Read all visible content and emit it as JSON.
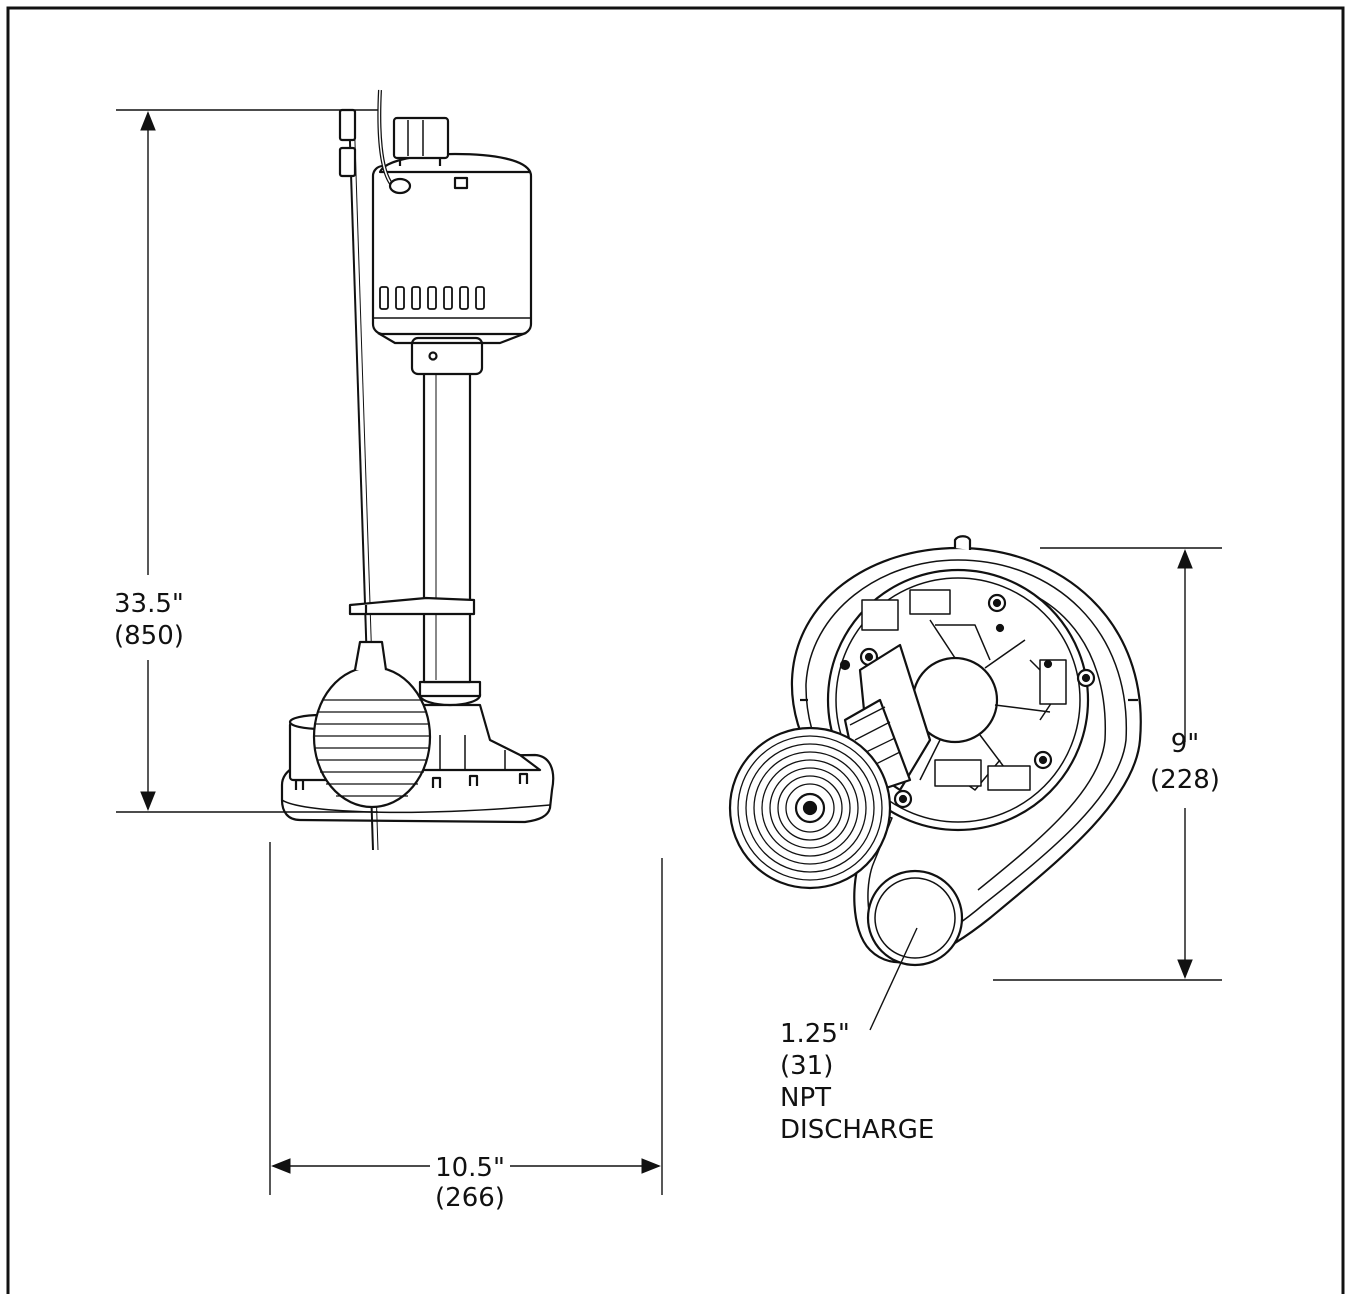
{
  "dimensions": {
    "height": {
      "imperial": "33.5\"",
      "metric": "(850)"
    },
    "width": {
      "imperial": "10.5\"",
      "metric": "(266)"
    },
    "base_depth": {
      "imperial": "9\"",
      "metric": "(228)"
    },
    "discharge": {
      "size": "1.25\"",
      "metric": "(31)",
      "type": "NPT",
      "label": "DISCHARGE"
    }
  },
  "colors": {
    "line": "#111111",
    "background": "#ffffff"
  }
}
